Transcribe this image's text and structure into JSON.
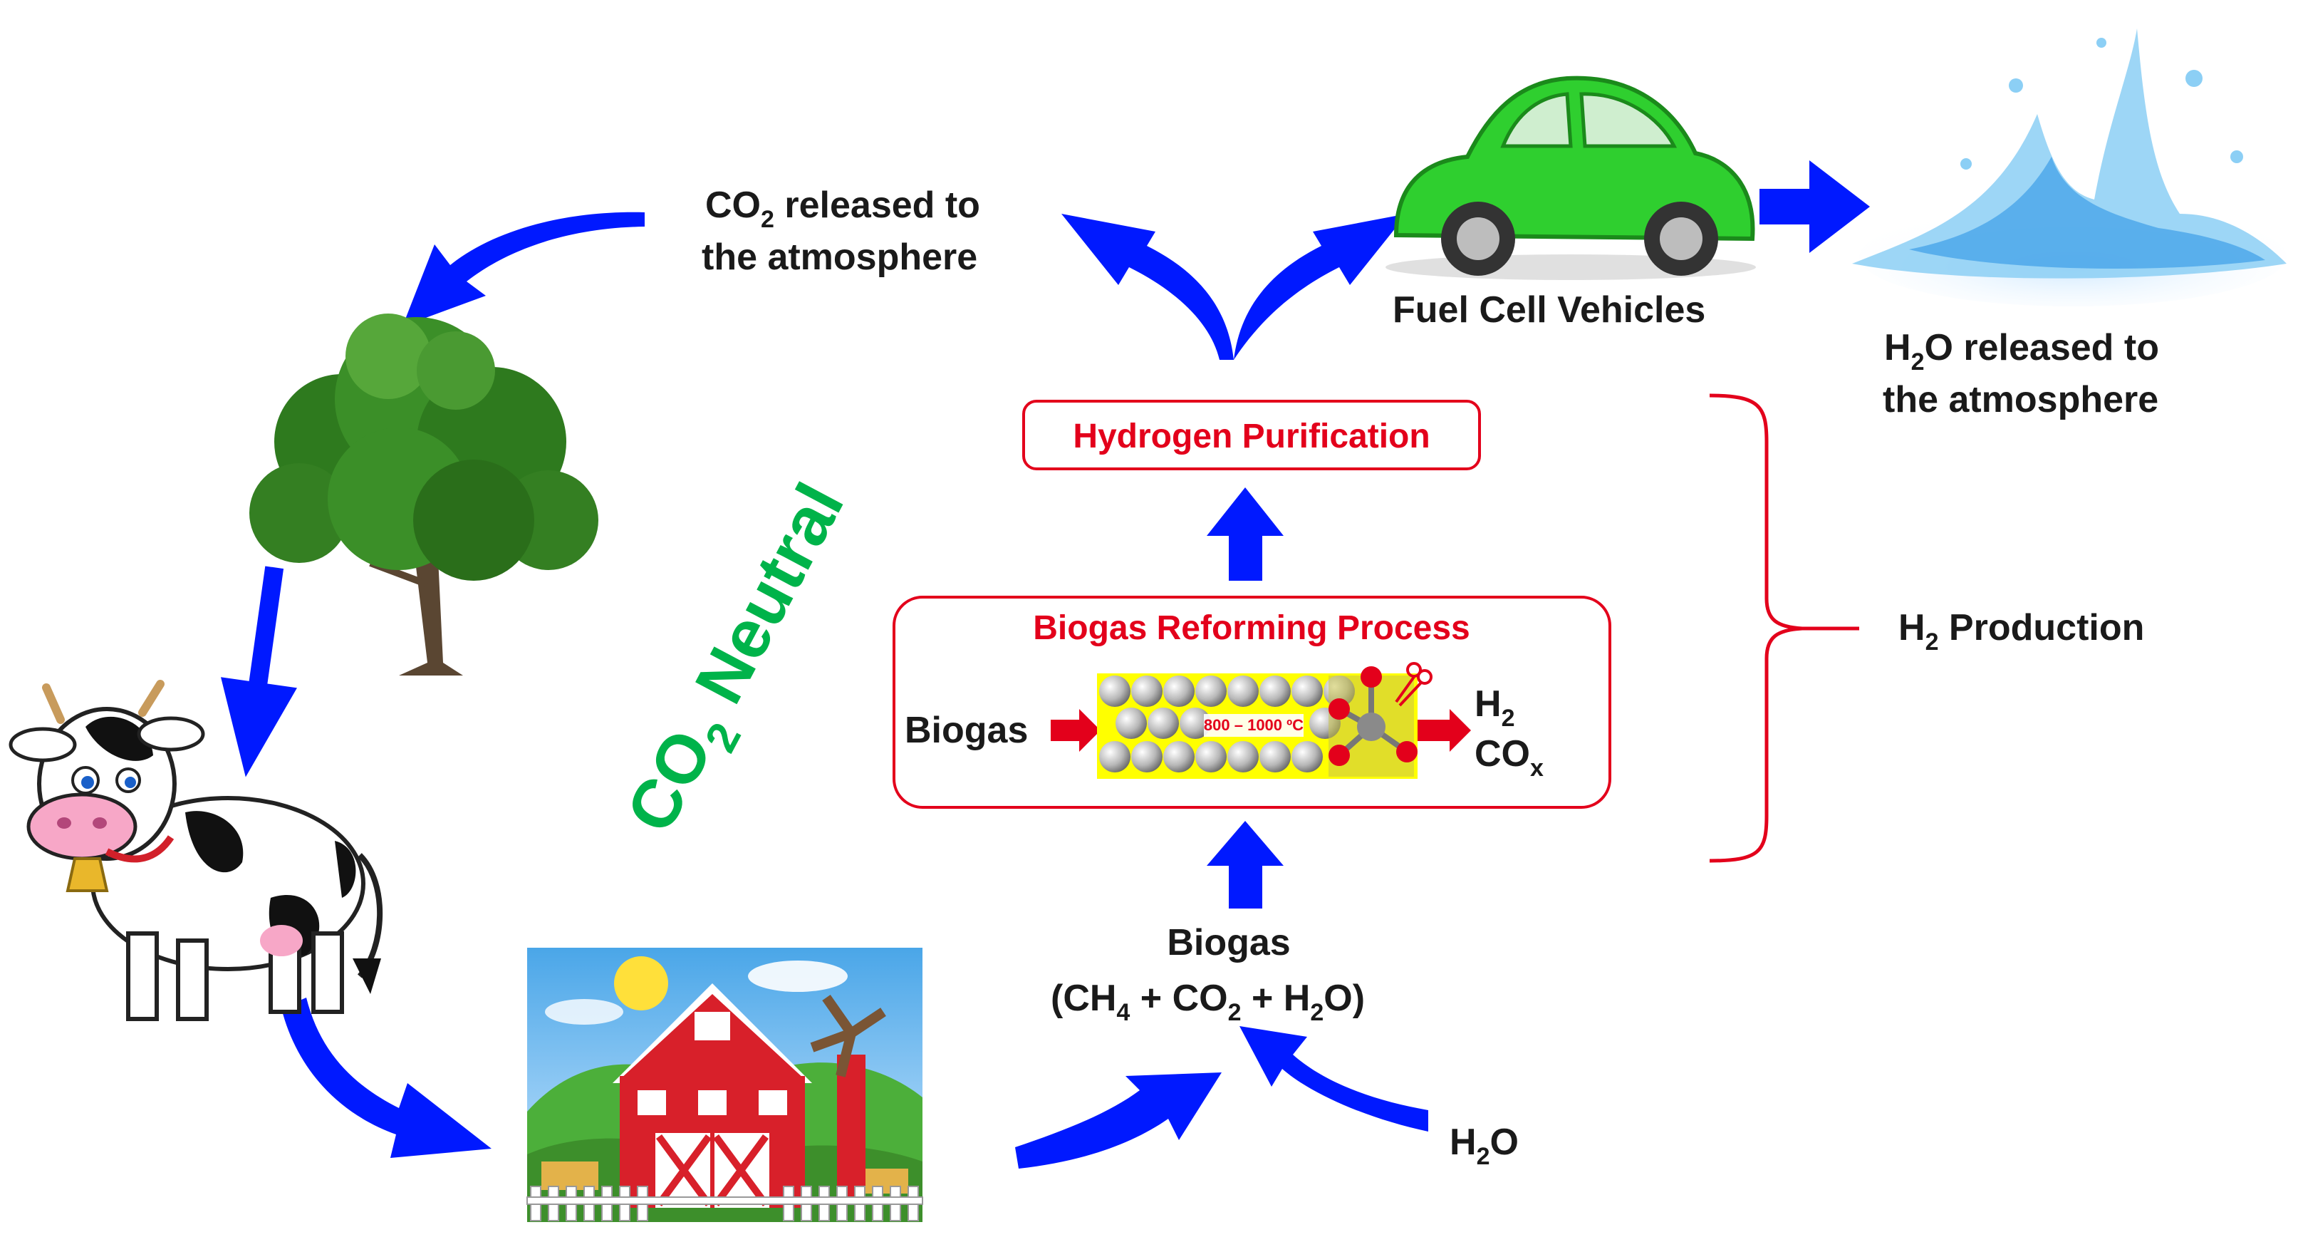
{
  "labels": {
    "co2_released": {
      "prefix": "CO",
      "sub": "2",
      "suffix": " released to",
      "line2": "the atmosphere"
    },
    "fuel_cell": "Fuel Cell Vehicles",
    "h2o_released": {
      "prefix": "H",
      "sub": "2",
      "suffix": "O released to",
      "line2": "the atmosphere"
    },
    "hydrogen_purification": "Hydrogen Purification",
    "reforming_title": "Biogas Reforming Process",
    "reactor_input": "Biogas",
    "reactor_temp": "800 – 1000 ºC",
    "product_h2": {
      "main": "H",
      "sub": "2"
    },
    "product_cox": {
      "main": "CO",
      "sub": "x"
    },
    "h2_production": {
      "prefix": "H",
      "sub": "2",
      "suffix": " Production"
    },
    "co2_neutral": {
      "prefix": "CO",
      "sub": "2",
      "suffix": " Neutral"
    },
    "biogas": "Biogas",
    "biogas_composition": {
      "a": "(CH",
      "a_sub": "4",
      "b": " + CO",
      "b_sub": "2",
      "c": " + H",
      "c_sub": "2",
      "d": "O)"
    },
    "h2o_input": {
      "prefix": "H",
      "sub": "2",
      "suffix": "O"
    }
  },
  "colors": {
    "arrow_blue": "#0019ff",
    "red_accent": "#e3001b",
    "green_accent": "#00b34a",
    "car_green": "#2fcf2f",
    "barn_red": "#d8202a",
    "reactor_yellow": "#ffff00"
  }
}
